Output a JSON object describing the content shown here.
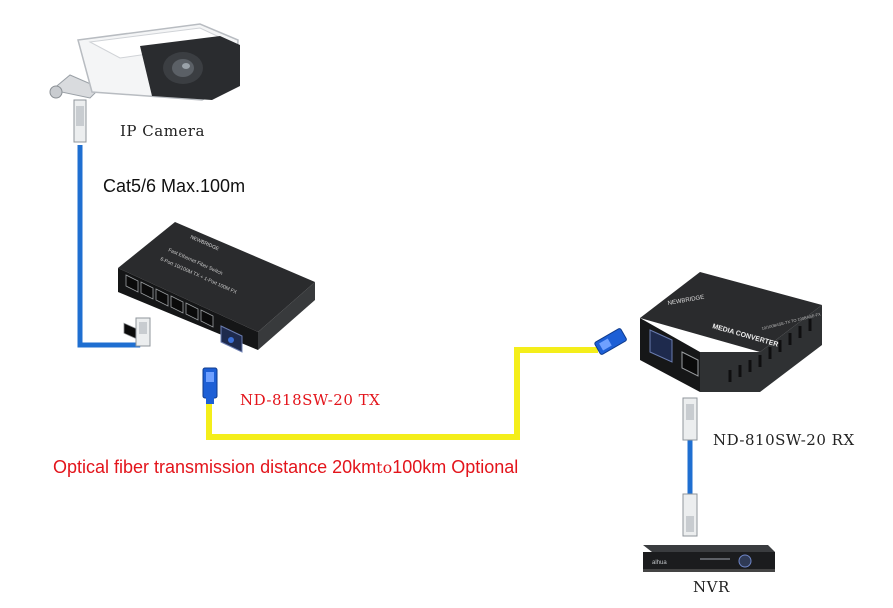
{
  "labels": {
    "camera": "IP Camera",
    "cable": "Cat5/6 Max.100m",
    "tx": "ND-818SW-20  TX",
    "rx": "ND-810SW-20  RX",
    "nvr": "NVR"
  },
  "fiber_note": {
    "part1": "Optical fiber transmission distance 20km",
    "part2": "to",
    "part3": "100km Optional"
  },
  "device_text": {
    "switch_brand": "NEWBRIDGE",
    "switch_line1": "Fast Ethernet Fiber Switch",
    "switch_line2": "6-Port 10/100M TX + 1-Port 100M FX",
    "converter_brand": "NEWBRIDGE",
    "converter_title": "MEDIA CONVERTER",
    "converter_sub": "10/100BASE-TX TO 100BASE-FX",
    "nvr_brand": "alhua"
  },
  "colors": {
    "cat_cable": "#1f6fd1",
    "fiber": "#f4ee1a",
    "accent_red": "#e3141b"
  }
}
